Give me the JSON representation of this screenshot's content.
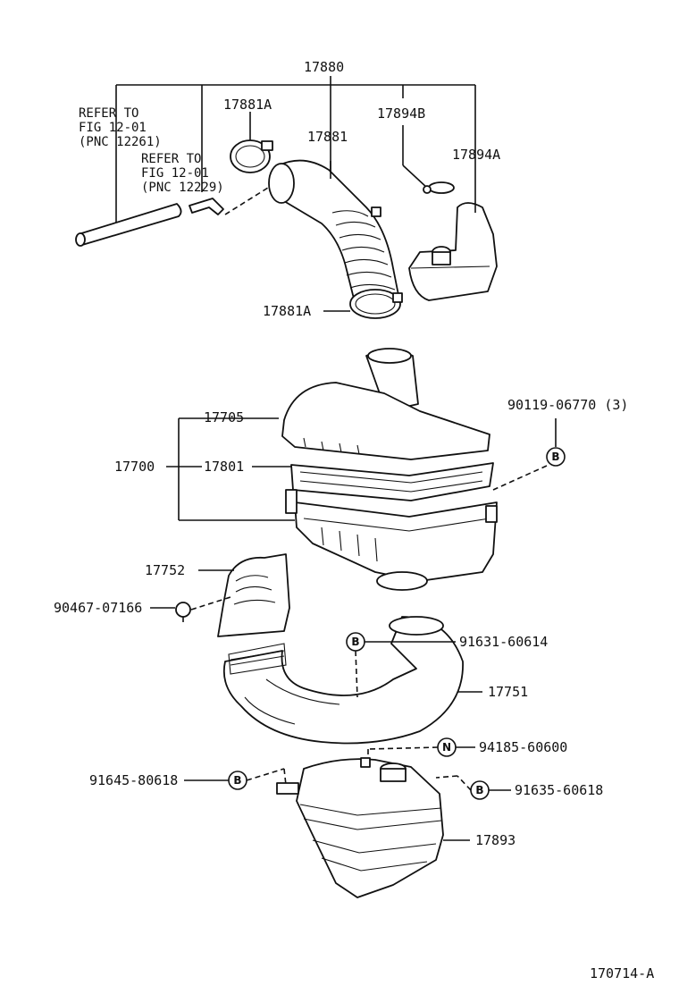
{
  "labels": {
    "p17880": "17880",
    "p17881a_top": "17881A",
    "p17881": "17881",
    "p17894b": "17894B",
    "p17894a": "17894A",
    "refer1_l1": "REFER TO",
    "refer1_l2": "FIG 12-01",
    "refer1_l3": "(PNC 12261)",
    "refer2_l1": "REFER TO",
    "refer2_l2": "FIG 12-01",
    "refer2_l3": "(PNC 12229)",
    "p17881a_bot": "17881A",
    "p17705": "17705",
    "p90119": "90119-06770 (3)",
    "p17700": "17700",
    "p17801": "17801",
    "p17752": "17752",
    "p90467": "90467-07166",
    "p91631": "91631-60614",
    "p17751": "17751",
    "p94185": "94185-60600",
    "p91645": "91645-80618",
    "p91635": "91635-60618",
    "p17893": "17893",
    "figure_id": "170714-A"
  },
  "markers": {
    "b": "B",
    "n": "N"
  }
}
